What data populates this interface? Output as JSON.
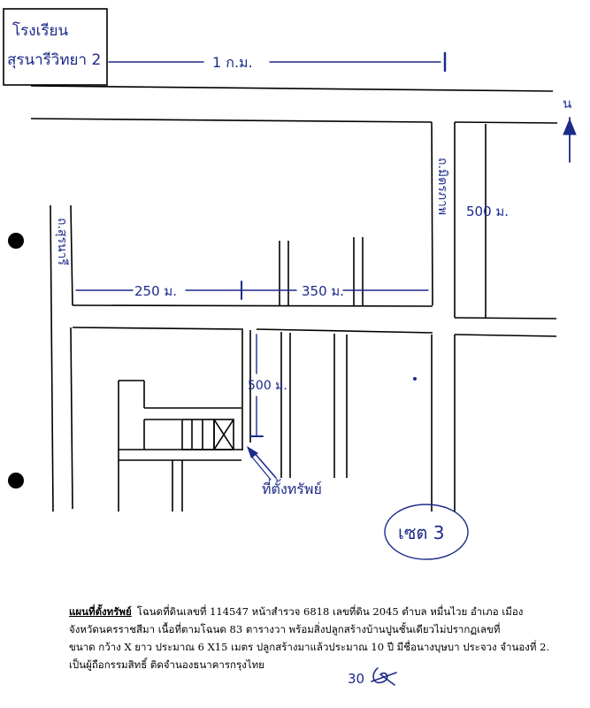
{
  "map": {
    "school_label_line1": "โรงเรียน",
    "school_label_line2": "สุรนารีวิทยา 2",
    "distance_top": "1 ก.ม.",
    "north_label": "น",
    "road_right_label": "ถ.มิตรภาพ",
    "road_left_label": "ถ.สุรนารี",
    "distance_500_right": "500 ม.",
    "distance_250": "250 ม.",
    "distance_350": "350 ม.",
    "distance_500_lower": "500 ม.",
    "property_label": "ที่ตั้งทรัพย์",
    "set_label": "เซต 3"
  },
  "caption": {
    "title": "แผนที่ตั้งทรัพย์",
    "line1": "โฉนดที่ดินเลขที่ 114547  หน้าสำรวจ 6818 เลขที่ดิน 2045 ตำบล หมื่นไวย  อำเภอ เมือง",
    "line2": "จังหวัดนครราชสีมา  เนื้อที่ตามโฉนด 83 ตารางวา พร้อมสิ่งปลูกสร้างบ้านปูนชั้นเดียวไม่ปรากฏเลขที่",
    "line3": "ขนาด กว้าง X ยาว ประมาณ 6 X15 เมตร ปลูกสร้างมาแล้วประมาณ 10 ปี  มีชื่อนางบุษบา  ประจวง จำนองที่ 2.",
    "line4": "เป็นผู้ถือกรรมสิทธิ์ ติดจำนองธนาคารกรุงไทย",
    "signature_number": "30"
  }
}
